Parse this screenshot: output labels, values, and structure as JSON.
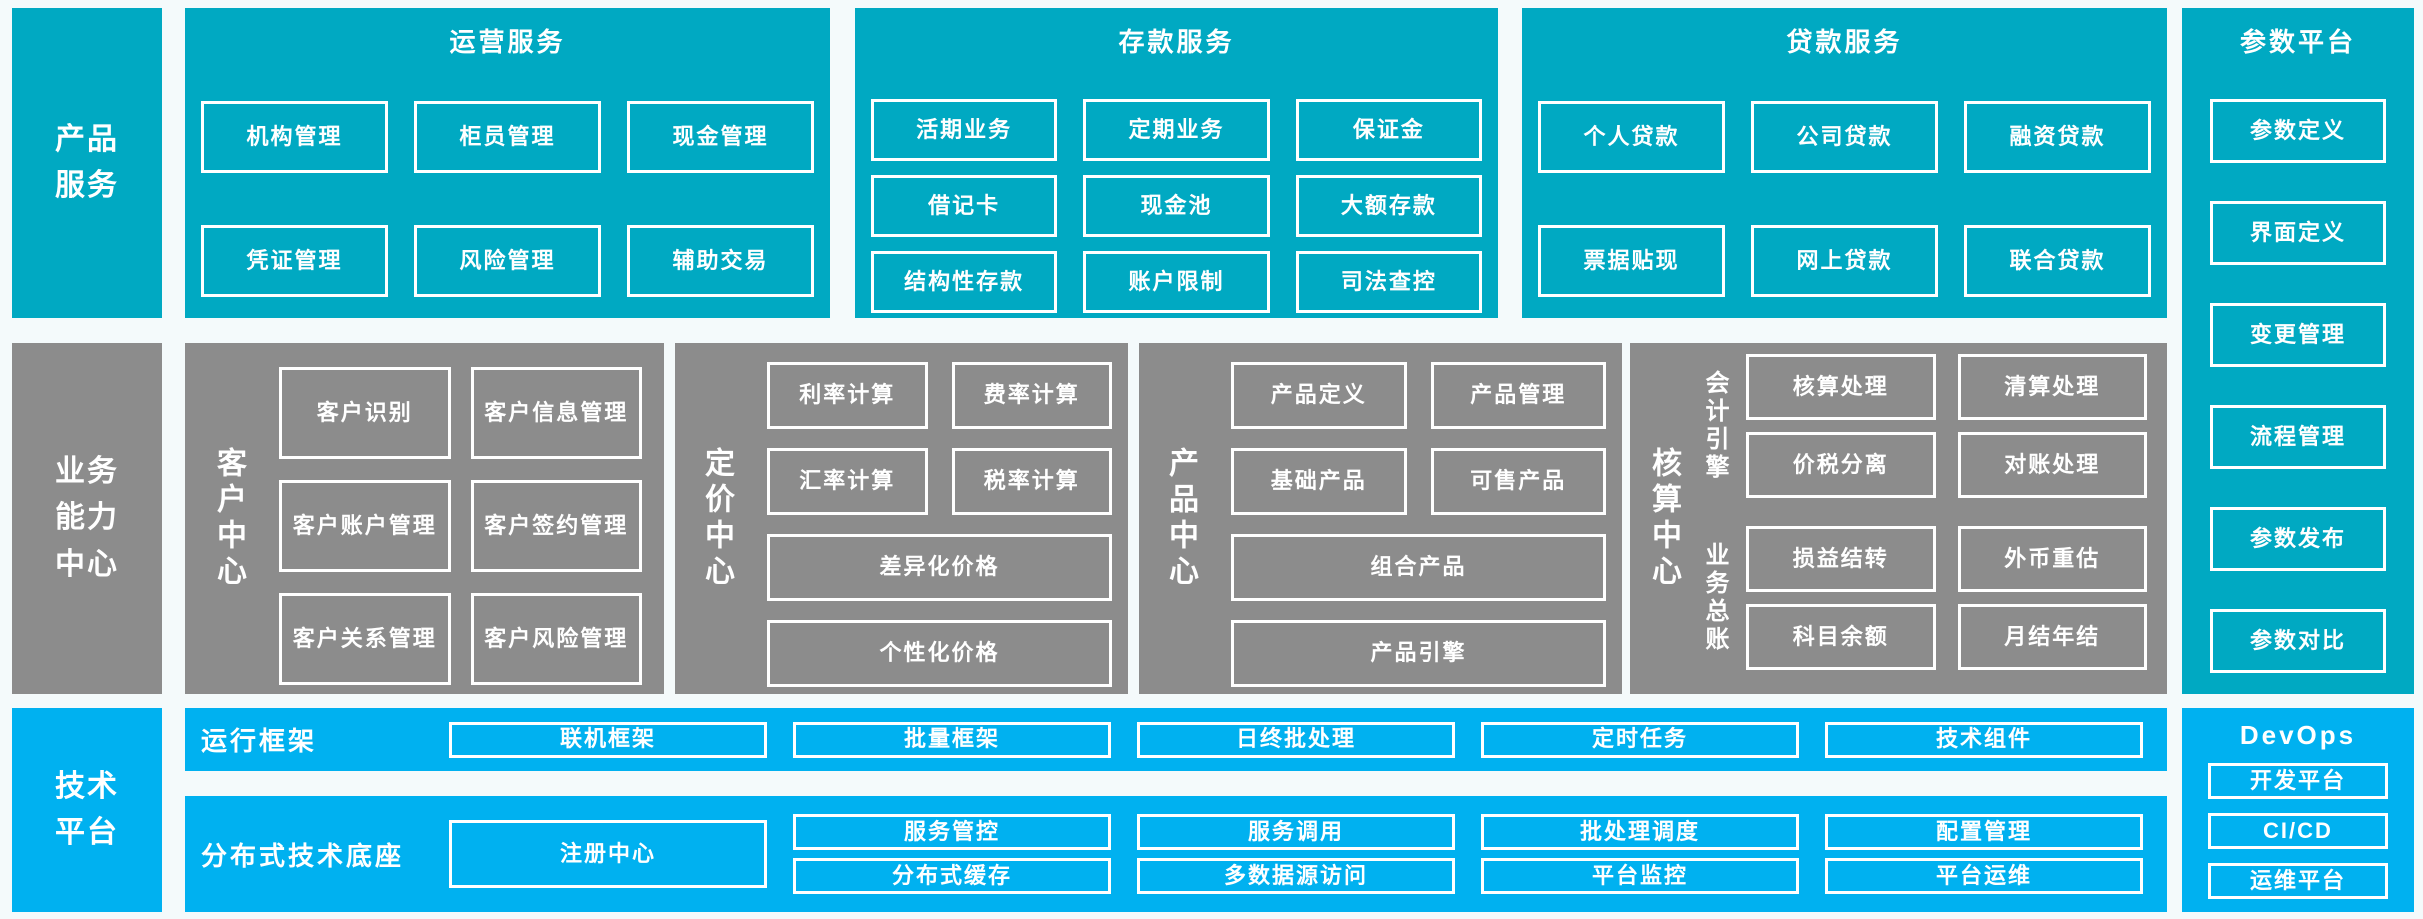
{
  "palette": {
    "teal": "#00a9c2",
    "blue": "#00b1f0",
    "gray": "#8c8c8c",
    "background": "#f4fafb",
    "text": "#ffffff"
  },
  "sidebars": {
    "product": {
      "lines": [
        "产品",
        "服务"
      ]
    },
    "capability": {
      "lines": [
        "业务",
        "能力",
        "中心"
      ]
    },
    "tech": {
      "lines": [
        "技术",
        "平台"
      ]
    }
  },
  "product_row": {
    "operations": {
      "title": "运营服务",
      "boxes": [
        "机构管理",
        "柜员管理",
        "现金管理",
        "凭证管理",
        "风险管理",
        "辅助交易"
      ]
    },
    "deposit": {
      "title": "存款服务",
      "boxes": [
        "活期业务",
        "定期业务",
        "保证金",
        "借记卡",
        "现金池",
        "大额存款",
        "结构性存款",
        "账户限制",
        "司法查控"
      ]
    },
    "loan": {
      "title": "贷款服务",
      "boxes": [
        "个人贷款",
        "公司贷款",
        "融资贷款",
        "票据贴现",
        "网上贷款",
        "联合贷款"
      ]
    }
  },
  "parameter_platform": {
    "title": "参数平台",
    "boxes": [
      "参数定义",
      "界面定义",
      "变更管理",
      "流程管理",
      "参数发布",
      "参数对比"
    ]
  },
  "capability_row": {
    "customer": {
      "label": "客户中心",
      "boxes": [
        "客户识别",
        "客户信息管理",
        "客户账户管理",
        "客户签约管理",
        "客户关系管理",
        "客户风险管理"
      ]
    },
    "pricing": {
      "label": "定价中心",
      "boxes": [
        "利率计算",
        "费率计算",
        "汇率计算",
        "税率计算"
      ],
      "wide_boxes": [
        "差异化价格",
        "个性化价格"
      ]
    },
    "product_center": {
      "label": "产品中心",
      "boxes": [
        "产品定义",
        "产品管理",
        "基础产品",
        "可售产品"
      ],
      "wide_boxes": [
        "组合产品",
        "产品引擎"
      ]
    },
    "accounting": {
      "label": "核算中心",
      "groups": [
        {
          "label": "会计引擎",
          "boxes": [
            "核算处理",
            "清算处理",
            "价税分离",
            "对账处理"
          ]
        },
        {
          "label": "业务总账",
          "boxes": [
            "损益结转",
            "外币重估",
            "科目余额",
            "月结年结"
          ]
        }
      ]
    }
  },
  "tech_row": {
    "runtime": {
      "label": "运行框架",
      "boxes": [
        "联机框架",
        "批量框架",
        "日终批处理",
        "定时任务",
        "技术组件"
      ]
    },
    "distributed": {
      "label": "分布式技术底座",
      "registry": "注册中心",
      "row1": [
        "服务管控",
        "服务调用",
        "批处理调度",
        "配置管理"
      ],
      "row2": [
        "分布式缓存",
        "多数据源访问",
        "平台监控",
        "平台运维"
      ]
    },
    "devops": {
      "title": "DevOps",
      "boxes": [
        "开发平台",
        "CI/CD",
        "运维平台"
      ]
    }
  }
}
